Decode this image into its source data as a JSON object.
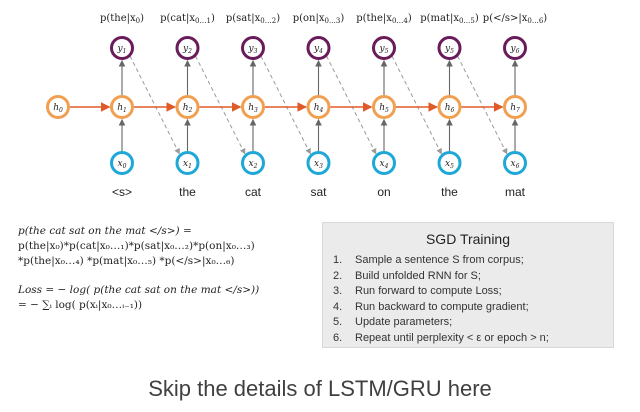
{
  "diagram": {
    "h0_label": "h",
    "h0_sub": "0",
    "steps": [
      {
        "prob": "p(the|x",
        "prob_sub": "0",
        "prob_end": ")",
        "y_label": "y",
        "y_sub": "1",
        "h_label": "h",
        "h_sub": "1",
        "x_label": "x",
        "x_sub": "0",
        "word": "<s>"
      },
      {
        "prob": "p(cat|x",
        "prob_sub": "0…1",
        "prob_end": ")",
        "y_label": "y",
        "y_sub": "2",
        "h_label": "h",
        "h_sub": "2",
        "x_label": "x",
        "x_sub": "1",
        "word": "the"
      },
      {
        "prob": "p(sat|x",
        "prob_sub": "0…2",
        "prob_end": ")",
        "y_label": "y",
        "y_sub": "3",
        "h_label": "h",
        "h_sub": "3",
        "x_label": "x",
        "x_sub": "2",
        "word": "cat"
      },
      {
        "prob": "p(on|x",
        "prob_sub": "0…3",
        "prob_end": ")",
        "y_label": "y",
        "y_sub": "4",
        "h_label": "h",
        "h_sub": "4",
        "x_label": "x",
        "x_sub": "3",
        "word": "sat"
      },
      {
        "prob": "p(the|x",
        "prob_sub": "0…4",
        "prob_end": ")",
        "y_label": "y",
        "y_sub": "5",
        "h_label": "h",
        "h_sub": "5",
        "x_label": "x",
        "x_sub": "4",
        "word": "on"
      },
      {
        "prob": "p(mat|x",
        "prob_sub": "0…5",
        "prob_end": ")",
        "y_label": "y",
        "y_sub": "5",
        "h_label": "h",
        "h_sub": "6",
        "x_label": "x",
        "x_sub": "5",
        "word": "the"
      },
      {
        "prob": "p(</s>|x",
        "prob_sub": "0…6",
        "prob_end": ")",
        "y_label": "y",
        "y_sub": "6",
        "h_label": "h",
        "h_sub": "7",
        "x_label": "x",
        "x_sub": "6",
        "word": "mat"
      }
    ],
    "colors": {
      "y_node": "#6a1b5a",
      "h_node": "#f0a050",
      "x_node": "#1ea8d8",
      "recurrent_arrow": "#e05a28",
      "vertical_arrow": "#666666",
      "dashed_arrow": "#9a9a9a"
    }
  },
  "formula": {
    "line1": "p(the cat sat on the mat </s>) =",
    "line2": "p(the|x₀)*p(cat|x₀…₁)*p(sat|x₀…₂)*p(on|x₀…₃)",
    "line3": "*p(the|x₀…₄) *p(mat|x₀…₅) *p(</s>|x₀…₆)",
    "line4": "Loss = − log( p(the cat sat on the mat </s>))",
    "line5": "= − ∑ᵢ log( p(xᵢ|x₀…ᵢ₋₁))"
  },
  "sgd": {
    "title": "SGD Training",
    "steps": [
      {
        "num": "1.",
        "text": "Sample a sentence S from corpus;"
      },
      {
        "num": "2.",
        "text": "Build unfolded RNN for S;"
      },
      {
        "num": "3.",
        "text": "Run forward to compute Loss;"
      },
      {
        "num": "4.",
        "text": "Run backward to compute gradient;"
      },
      {
        "num": "5.",
        "text": "Update parameters;"
      },
      {
        "num": "6.",
        "text": "Repeat until perplexity < ε or epoch > n;"
      }
    ]
  },
  "footer": {
    "text": "Skip the details of LSTM/GRU here"
  }
}
